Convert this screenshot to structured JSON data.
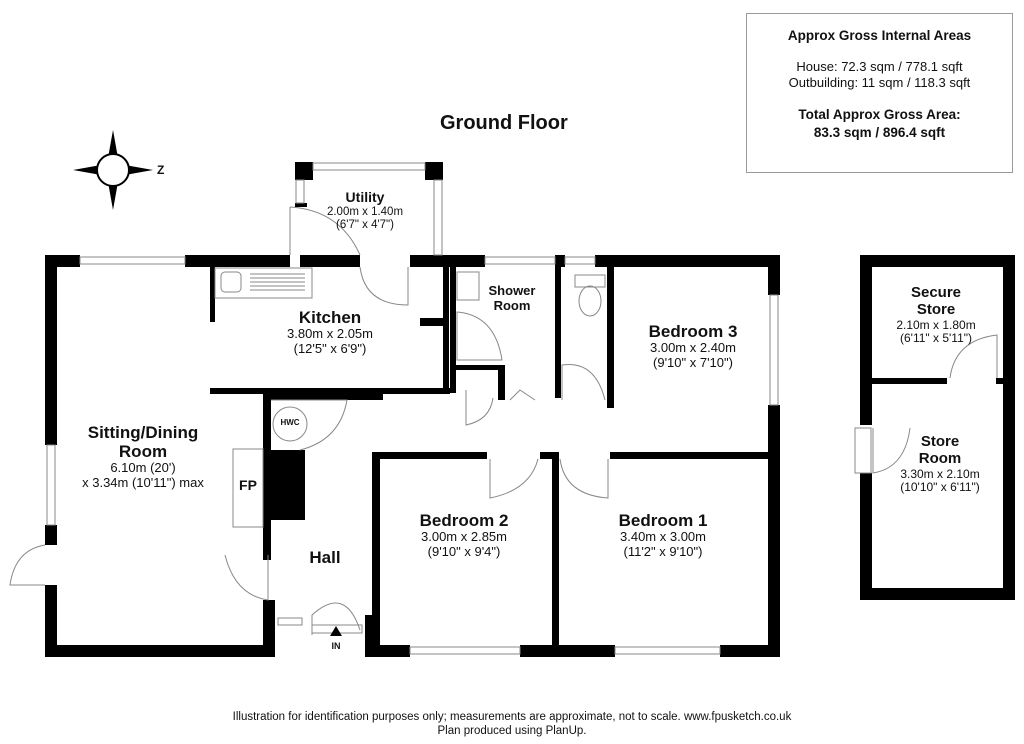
{
  "title": "Ground Floor",
  "areas": {
    "heading": "Approx Gross Internal Areas",
    "house": "House: 72.3 sqm / 778.1 sqft",
    "outbuilding": "Outbuilding: 11 sqm / 118.3 sqft",
    "total_label": "Total Approx Gross Area:",
    "total_value": "83.3 sqm / 896.4 sqft"
  },
  "compass": {
    "icon": "compass-rose-icon",
    "north_label": "Z"
  },
  "rooms": {
    "utility": {
      "name": "Utility",
      "dim_m": "2.00m x 1.40m",
      "dim_ft": "(6'7\" x 4'7\")"
    },
    "kitchen": {
      "name": "Kitchen",
      "dim_m": "3.80m x 2.05m",
      "dim_ft": "(12'5\" x 6'9\")"
    },
    "shower": {
      "name_line1": "Shower",
      "name_line2": "Room"
    },
    "bedroom3": {
      "name": "Bedroom 3",
      "dim_m": "3.00m x 2.40m",
      "dim_ft": "(9'10\" x 7'10\")"
    },
    "sitting": {
      "name_line1": "Sitting/Dining",
      "name_line2": "Room",
      "dim_line1": "6.10m (20')",
      "dim_line2": "x 3.34m (10'11\") max"
    },
    "bedroom2": {
      "name": "Bedroom 2",
      "dim_m": "3.00m x 2.85m",
      "dim_ft": "(9'10\" x 9'4\")"
    },
    "bedroom1": {
      "name": "Bedroom 1",
      "dim_m": "3.40m x 3.00m",
      "dim_ft": "(11'2\" x 9'10\")"
    },
    "hall": {
      "name": "Hall"
    },
    "secure_store": {
      "name_line1": "Secure",
      "name_line2": "Store",
      "dim_m": "2.10m x 1.80m",
      "dim_ft": "(6'11\" x 5'11\")"
    },
    "store_room": {
      "name_line1": "Store",
      "name_line2": "Room",
      "dim_m": "3.30m x 2.10m",
      "dim_ft": "(10'10\" x 6'11\")"
    }
  },
  "fixtures": {
    "hwc": "HWC",
    "fireplace": "FP",
    "entrance": "IN"
  },
  "colors": {
    "wall": "#000000",
    "line": "#888888",
    "background": "#ffffff"
  },
  "footer": {
    "line1": "Illustration for identification purposes only; measurements are approximate, not to scale. www.fpusketch.co.uk",
    "line2": "Plan produced using PlanUp."
  }
}
